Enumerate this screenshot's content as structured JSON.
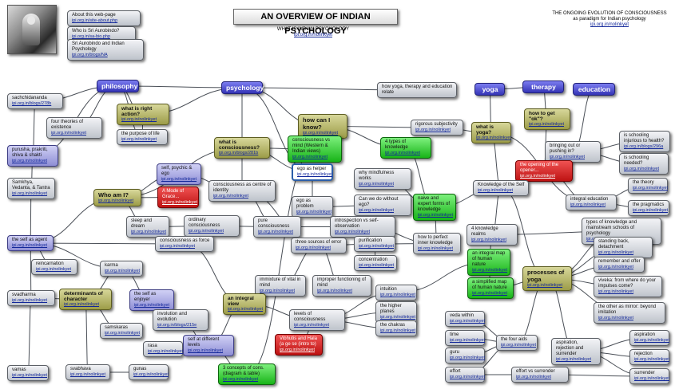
{
  "header": {
    "title": "AN OVERVIEW OF INDIAN PSYCHOLOGY",
    "subtitle": "WHAT IS INDIAN PSYCHOLOGY",
    "subtitle_link": "ipi.org.in/nolinkyet",
    "ongoing_line1": "THE ONGOING EVOLUTION OF CONSCIOUSNESS",
    "ongoing_line2": "as paradigm for Indian psychology",
    "ongoing_link": "ipi.org.in/nolinkyet"
  },
  "photo_icon": "portrait-photo",
  "nodes": [
    {
      "id": "about",
      "text": "About this web-page",
      "link": "ipi.org.in/site-about.php",
      "color": "gray"
    },
    {
      "id": "whois",
      "text": "Who is Sri Aurobindo?",
      "link": "ipi.org.in/sa-bio.php",
      "color": "gray"
    },
    {
      "id": "sriaip",
      "text": "Sri Aurobindo and Indian Psychology",
      "link": "ipi.org.in/blogs/NA",
      "color": "gray"
    },
    {
      "id": "philosophy",
      "text": "philosophy",
      "color": "blue"
    },
    {
      "id": "psychology",
      "text": "psychology",
      "color": "blue"
    },
    {
      "id": "yoga",
      "text": "yoga",
      "color": "blue"
    },
    {
      "id": "therapy",
      "text": "therapy",
      "color": "blue"
    },
    {
      "id": "education",
      "text": "education",
      "color": "blue"
    },
    {
      "id": "sachch",
      "text": "sachchidananda",
      "link": "ipi.org.in/blogs/278b",
      "color": "gray"
    },
    {
      "id": "rightaction",
      "text": "what is right action?",
      "link": "ipi.org.in/nolinkyet",
      "color": "olive"
    },
    {
      "id": "fourtheories",
      "text": "four theories of existence",
      "link": "ipi.org.in/nolinkyet",
      "color": "gray"
    },
    {
      "id": "purpose",
      "text": "the purpose of life",
      "link": "ipi.org.in/nolinkyet",
      "color": "gray"
    },
    {
      "id": "yogatherapy",
      "text": "how yoga, therapy and education relate",
      "color": "gray"
    },
    {
      "id": "howknow",
      "text": "how can I know?",
      "link": "ipi.org.in/nolinkyet",
      "color": "olive"
    },
    {
      "id": "rigorous",
      "text": "rigorous subjectivity",
      "link": "ipi.org.in/nolinkyet",
      "color": "gray"
    },
    {
      "id": "getok",
      "text": "how to get \"ok\"?",
      "link": "ipi.org.in/nolinkyet",
      "color": "olive"
    },
    {
      "id": "whatyoga",
      "text": "what is yoga?",
      "link": "ipi.org.in/nolinkyet",
      "color": "olive"
    },
    {
      "id": "whatcons",
      "text": "what is consciousness?",
      "link": "ipi.org.in/blogs/281b",
      "color": "olive"
    },
    {
      "id": "consvsmind",
      "text": "consciousness vs mind (Western & Indian views)",
      "link": "ipi.org.in/nolinkyet",
      "color": "green"
    },
    {
      "id": "fourtypes",
      "text": "4 types of knowledge",
      "link": "ipi.org.in/nolinkyet",
      "color": "green"
    },
    {
      "id": "bringing",
      "text": "bringing out or pushing in?",
      "link": "ipi.org.in/nolinkyet",
      "color": "gray"
    },
    {
      "id": "injurious",
      "text": "is schooling injurious to health?",
      "link": "ipi.org.in/blogs/296a",
      "color": "gray"
    },
    {
      "id": "needed",
      "text": "is schooling needed?",
      "link": "ipi.org.in/nolinkyet",
      "color": "gray"
    },
    {
      "id": "opening",
      "text": "the opening of the opener...",
      "link": "ipi.org.in/nolinkyet",
      "color": "red"
    },
    {
      "id": "purusha",
      "text": "purusha, prakriti, shiva & shakti",
      "link": "ipi.org.in/nolinkyet",
      "color": "purple"
    },
    {
      "id": "selfpsychic",
      "text": "self, psychic & ego",
      "link": "ipi.org.in/nolinkyet",
      "color": "purple"
    },
    {
      "id": "egohelper",
      "text": "ego as helper",
      "link": "ipi.org.in/nolinkyet",
      "color": "white"
    },
    {
      "id": "mindfulness",
      "text": "why mindfulness works",
      "link": "ipi.org.in/nolinkyet",
      "color": "gray"
    },
    {
      "id": "knowself",
      "text": "Knowledge of the Self",
      "link": "ipi.org.in/nolinkyet",
      "color": "gray"
    },
    {
      "id": "samkhya",
      "text": "Samkhya, Vedanta, & Tantra",
      "link": "ipi.org.in/nolinkyet",
      "color": "gray"
    },
    {
      "id": "conscentre",
      "text": "consciousness as centre of identity",
      "link": "ipi.org.in/nolinkyet",
      "color": "gray"
    },
    {
      "id": "naive",
      "text": "naive and expert forms of knowledge",
      "link": "ipi.org.in/nolinkyet",
      "color": "green"
    },
    {
      "id": "integraled",
      "text": "integral education",
      "link": "ipi.org.in/nolinkyet",
      "color": "gray"
    },
    {
      "id": "theory",
      "text": "the theory",
      "link": "ipi.org.in/nolinkyet",
      "color": "gray"
    },
    {
      "id": "pragmatics",
      "text": "the pragmatics",
      "link": "ipi.org.in/nolinkyet",
      "color": "gray"
    },
    {
      "id": "whoami",
      "text": "Who am I?",
      "link": "ipi.org.in/nolinkyet",
      "color": "olive"
    },
    {
      "id": "modeofgrace",
      "text": "A Mode of Grace...",
      "link": "ipi.org.in/nolinkyet",
      "color": "red"
    },
    {
      "id": "egoproblem",
      "text": "ego as problem",
      "link": "ipi.org.in/nolinkyet",
      "color": "gray"
    },
    {
      "id": "withoutego",
      "text": "Can we do without ego?",
      "link": "ipi.org.in/nolinkyet",
      "color": "gray"
    },
    {
      "id": "sleepdream",
      "text": "sleep and dream",
      "link": "ipi.org.in/nolinkyet",
      "color": "gray"
    },
    {
      "id": "ordinarycons",
      "text": "ordinary consciousness",
      "link": "ipi.org.in/nolinkyet",
      "color": "gray"
    },
    {
      "id": "purecons",
      "text": "pure consciousness",
      "link": "ipi.org.in/nolinkyet",
      "color": "gray"
    },
    {
      "id": "introspection",
      "text": "introspection vs self-observation",
      "link": "ipi.org.in/nolinkyet",
      "color": "gray"
    },
    {
      "id": "typesknowledge",
      "text": "types of knowledge and mainstream schools of psychology",
      "link": "ipi.org.in/nolinkyet",
      "color": "gray"
    },
    {
      "id": "fourrealms",
      "text": "4 knowledge realms",
      "link": "ipi.org.in/nolinkyet",
      "color": "gray"
    },
    {
      "id": "selfagent",
      "text": "the self as agent",
      "link": "ipi.org.in/nolinkyet",
      "color": "purple"
    },
    {
      "id": "consforce",
      "text": "consciousness as force",
      "link": "ipi.org.in/nolinkyet",
      "color": "gray"
    },
    {
      "id": "threesources",
      "text": "three sources of error",
      "link": "ipi.org.in/nolinkyet",
      "color": "gray"
    },
    {
      "id": "purification",
      "text": "purification",
      "link": "ipi.org.in/nolinkyet",
      "color": "gray"
    },
    {
      "id": "perfectinner",
      "text": "how to perfect inner knowledge",
      "link": "ipi.org.in/nolinkyet",
      "color": "gray"
    },
    {
      "id": "standingback",
      "text": "standing back, detachment",
      "link": "ipi.org.in/nolinkyet",
      "color": "gray"
    },
    {
      "id": "rememberoffer",
      "text": "remember and offer",
      "link": "ipi.org.in/nolinkyet",
      "color": "gray"
    },
    {
      "id": "reincarnation",
      "text": "reincarnation",
      "link": "ipi.org.in/nolinkyet",
      "color": "gray"
    },
    {
      "id": "karma",
      "text": "karma",
      "link": "ipi.org.in/nolinkyet",
      "color": "gray"
    },
    {
      "id": "concentration",
      "text": "concentration",
      "link": "ipi.org.in/nolinkyet",
      "color": "gray"
    },
    {
      "id": "integralmap",
      "text": "an integral map of human nature",
      "link": "ipi.org.in/nolinkyet",
      "color": "green"
    },
    {
      "id": "simplifiedmap",
      "text": "a simplified map of human nature",
      "link": "ipi.org.in/nolinkyet",
      "color": "green"
    },
    {
      "id": "processes",
      "text": "processes of yoga",
      "link": "ipi.org.in/nolinkyet",
      "color": "olive"
    },
    {
      "id": "viveka",
      "text": "viveka: from where do your impulses come?",
      "link": "ipi.org.in/nolinkyet",
      "color": "gray"
    },
    {
      "id": "immixture",
      "text": "immixture of vital in mind",
      "link": "ipi.org.in/nolinkyet",
      "color": "gray"
    },
    {
      "id": "improper",
      "text": "improper functioning of mind",
      "link": "ipi.org.in/nolinkyet",
      "color": "gray"
    },
    {
      "id": "svadharma",
      "text": "svadharma",
      "link": "ipi.org.in/nolinkyet",
      "color": "gray"
    },
    {
      "id": "determinants",
      "text": "determinants of character",
      "link": "ipi.org.in/nolinkyet",
      "color": "olive"
    },
    {
      "id": "enjoyer",
      "text": "the self as enjoyer",
      "link": "ipi.org.in/nolinkyet",
      "color": "purple"
    },
    {
      "id": "integralview",
      "text": "an integral view",
      "link": "ipi.org.in/nolinkyet",
      "color": "olive"
    },
    {
      "id": "intuition",
      "text": "intuition",
      "link": "ipi.org.in/nolinkyet",
      "color": "gray"
    },
    {
      "id": "otherasmirror",
      "text": "the other as mirror: beyond imitation",
      "link": "ipi.org.in/nolinkyet",
      "color": "gray"
    },
    {
      "id": "involution",
      "text": "involution and evolution",
      "link": "ipi.org.in/blogs/215e",
      "color": "gray"
    },
    {
      "id": "levels",
      "text": "levels of consciousness",
      "link": "ipi.org.in/nolinkyet",
      "color": "gray"
    },
    {
      "id": "higherplanes",
      "text": "the higher planes",
      "link": "ipi.org.in/nolinkyet",
      "color": "gray"
    },
    {
      "id": "samskaras",
      "text": "samskaras",
      "link": "ipi.org.in/nolinkyet",
      "color": "gray"
    },
    {
      "id": "vedawithin",
      "text": "veda within",
      "link": "ipi.org.in/nolinkyet",
      "color": "gray"
    },
    {
      "id": "chakras",
      "text": "the chakras",
      "link": "ipi.org.in/nolinkyet",
      "color": "gray"
    },
    {
      "id": "rasa",
      "text": "rasa",
      "link": "ipi.org.in/nolinkyet",
      "color": "gray"
    },
    {
      "id": "selfdifferent",
      "text": "self at different levels",
      "link": "ipi.org.in/nolinkyet",
      "color": "purple"
    },
    {
      "id": "vibhutis",
      "text": "Vibhutis and Hala (a ge se (intro to)",
      "link": "ipi.org.in/nolinkyet",
      "color": "red"
    },
    {
      "id": "time",
      "text": "time",
      "link": "ipi.org.in/nolinkyet",
      "color": "gray"
    },
    {
      "id": "fouraids",
      "text": "the four aids",
      "link": "ipi.org.in/nolinkyet",
      "color": "gray"
    },
    {
      "id": "aspiration",
      "text": "aspiration, rejection and surrender",
      "link": "ipi.org.in/nolinkyet",
      "color": "gray"
    },
    {
      "id": "aspirationitem",
      "text": "aspiration",
      "link": "ipi.org.in/nolinkyet",
      "color": "gray"
    },
    {
      "id": "guru",
      "text": "guru",
      "link": "ipi.org.in/nolinkyet",
      "color": "gray"
    },
    {
      "id": "rejection",
      "text": "rejection",
      "link": "ipi.org.in/nolinkyet",
      "color": "gray"
    },
    {
      "id": "threeconcepts",
      "text": "3 concepts of cons. (diagram & table)",
      "link": "ipi.org.in/nolinkyet",
      "color": "green"
    },
    {
      "id": "vamas",
      "text": "vamas",
      "link": "ipi.org.in/nolinkyet",
      "color": "gray"
    },
    {
      "id": "avabhava",
      "text": "svabhava",
      "link": "ipi.org.in/nolinkyet",
      "color": "gray"
    },
    {
      "id": "gunas",
      "text": "gunas",
      "link": "ipi.org.in/nolinkyet",
      "color": "gray"
    },
    {
      "id": "effort",
      "text": "effort",
      "link": "ipi.org.in/nolinkyet",
      "color": "gray"
    },
    {
      "id": "effortsurrender",
      "text": "effort vs surrender",
      "link": "ipi.org.in/nolinkyet",
      "color": "gray"
    },
    {
      "id": "surrender",
      "text": "surrender",
      "link": "ipi.org.in/nolinkyet",
      "color": "gray"
    }
  ]
}
